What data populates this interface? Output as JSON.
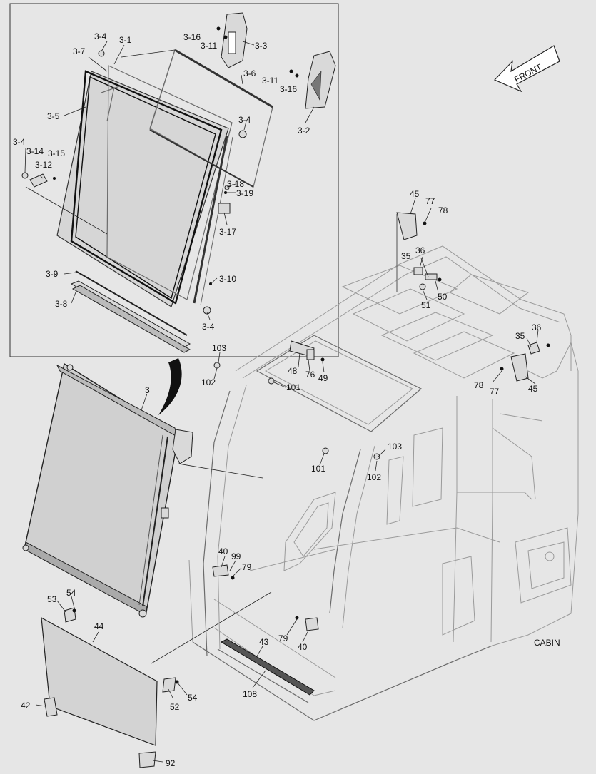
{
  "caption": "CABIN",
  "front_label": "FRONT",
  "detail_callouts": [
    "3-1",
    "3-2",
    "3-3",
    "3-4",
    "3-4",
    "3-4",
    "3-4",
    "3-5",
    "3-6",
    "3-7",
    "3-8",
    "3-9",
    "3-10",
    "3-11",
    "3-11",
    "3-12",
    "3-14",
    "3-15",
    "3-16",
    "3-16",
    "3-17",
    "3-18",
    "3-19"
  ],
  "main_callouts": [
    "3",
    "35",
    "35",
    "36",
    "36",
    "40",
    "40",
    "42",
    "43",
    "44",
    "45",
    "45",
    "48",
    "49",
    "50",
    "51",
    "52",
    "53",
    "54",
    "54",
    "76",
    "77",
    "77",
    "78",
    "78",
    "79",
    "79",
    "92",
    "99",
    "101",
    "101",
    "102",
    "102",
    "103",
    "103",
    "108"
  ]
}
